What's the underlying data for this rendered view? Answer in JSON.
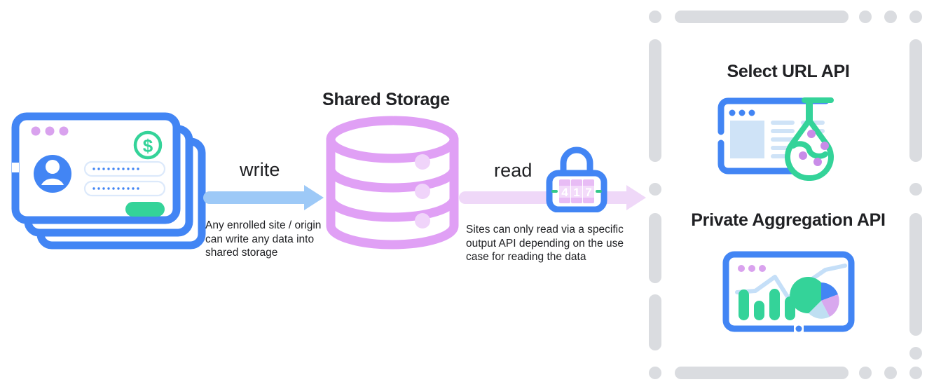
{
  "diagram": {
    "title_shared_storage": "Shared Storage",
    "write": {
      "arrow_label": "write",
      "caption": "Any enrolled site / origin can write any data into shared storage",
      "arrow_color": "#9DC9F7"
    },
    "read": {
      "arrow_label": "read",
      "caption": "Sites can only read via a specific output API depending on the use case for reading the data",
      "arrow_color": "#EFD8F8"
    },
    "lock": {
      "icon": "padlock-icon",
      "combination_digits": [
        "4",
        "1",
        "7"
      ],
      "body_color": "#4285F4",
      "dial_color": "#E0A9F0",
      "tick_color": "#34C88A"
    },
    "storage": {
      "icon": "database-cylinder-icon",
      "tiers": 3,
      "color": "#E0A0F5"
    },
    "sites": {
      "icon": "stacked-browser-windows-icon",
      "stack_count": 3,
      "window_dots": 3,
      "badge_icon": "dollar-circle-icon",
      "avatar_icon": "user-avatar-icon",
      "input_fields": 2,
      "submit_button_color": "#34D399",
      "frame_color": "#4285F4"
    },
    "output_apis": {
      "frame_style": "dashed-rounded-border",
      "frame_color": "#DADCE0",
      "items": [
        {
          "title": "Select URL API",
          "icon": "browser-window-with-flask-icon",
          "flask_color": "#34D399",
          "bubbles": 4
        },
        {
          "title": "Private Aggregation API",
          "icon": "dashboard-charts-icon",
          "bars": 4,
          "bar_color": "#34D399",
          "line_color": "#C5DFF8",
          "pie_slices": [
            "#34D399",
            "#4285F4",
            "#D8A8EE",
            "#BFDFF2"
          ]
        }
      ]
    }
  }
}
